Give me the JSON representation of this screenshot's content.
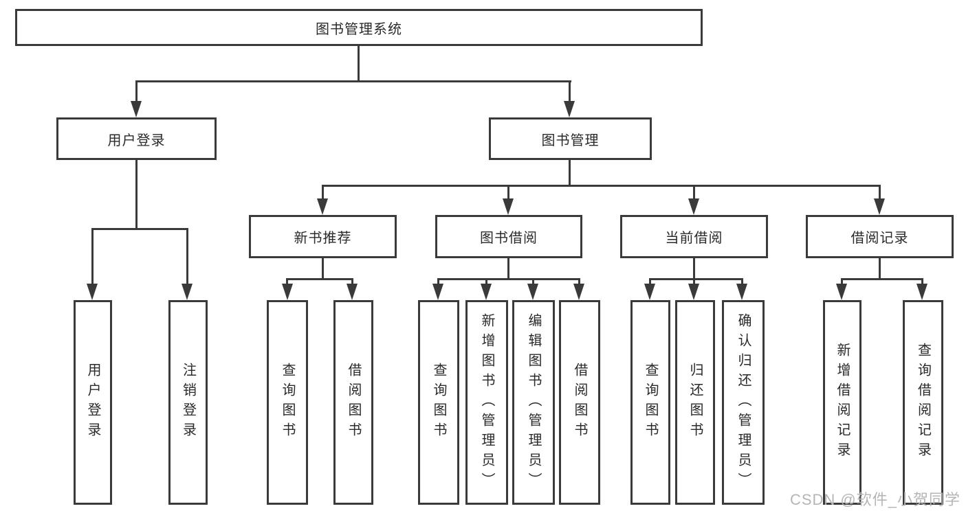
{
  "tree": {
    "root": {
      "label": "图书管理系统",
      "children": [
        {
          "label": "用户登录",
          "children": [
            {
              "label": "用户登录"
            },
            {
              "label": "注销登录"
            }
          ]
        },
        {
          "label": "图书管理",
          "children": [
            {
              "label": "新书推荐",
              "children": [
                {
                  "label": "查询图书"
                },
                {
                  "label": "借阅图书"
                }
              ]
            },
            {
              "label": "图书借阅",
              "children": [
                {
                  "label": "查询图书"
                },
                {
                  "label": "新增图书（管理员）"
                },
                {
                  "label": "编辑图书（管理员）"
                },
                {
                  "label": "借阅图书"
                }
              ]
            },
            {
              "label": "当前借阅",
              "children": [
                {
                  "label": "查询图书"
                },
                {
                  "label": "归还图书"
                },
                {
                  "label": "确认归还（管理员）"
                }
              ]
            },
            {
              "label": "借阅记录",
              "children": [
                {
                  "label": "新增借阅记录"
                },
                {
                  "label": "查询借阅记录"
                }
              ]
            }
          ]
        }
      ]
    }
  },
  "watermark": {
    "text": "CSDN @软件_小贺同学"
  },
  "colors": {
    "line": "#3a3a3a",
    "text": "#2a2a2a",
    "watermark": "#b5b5b5",
    "background": "#ffffff"
  }
}
